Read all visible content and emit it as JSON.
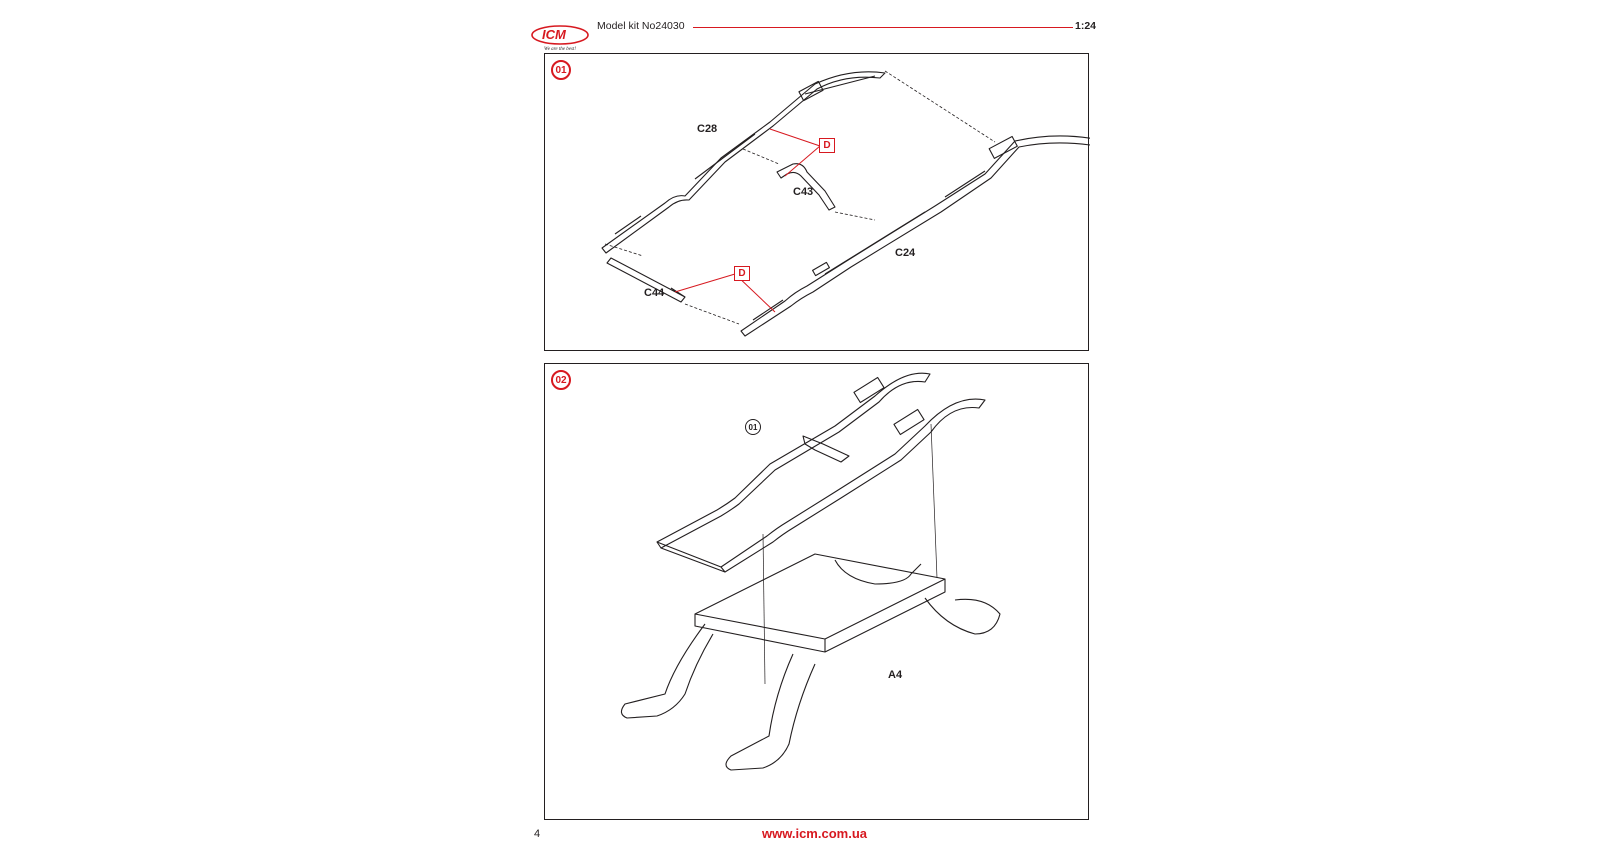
{
  "header": {
    "logo_text": "ICM",
    "logo_tagline": "We are the best!",
    "kit_title": "Model kit No24030",
    "scale": "1:24",
    "accent_color": "#d71920"
  },
  "steps": [
    {
      "number": "01",
      "parts": {
        "c28": "C28",
        "c43": "C43",
        "c24": "C24",
        "c44": "C44"
      },
      "decal_marker": "D"
    },
    {
      "number": "02",
      "reference_step": "01",
      "parts": {
        "a4": "A4"
      }
    }
  ],
  "footer": {
    "page_number": "4",
    "url": "www.icm.com.ua"
  }
}
